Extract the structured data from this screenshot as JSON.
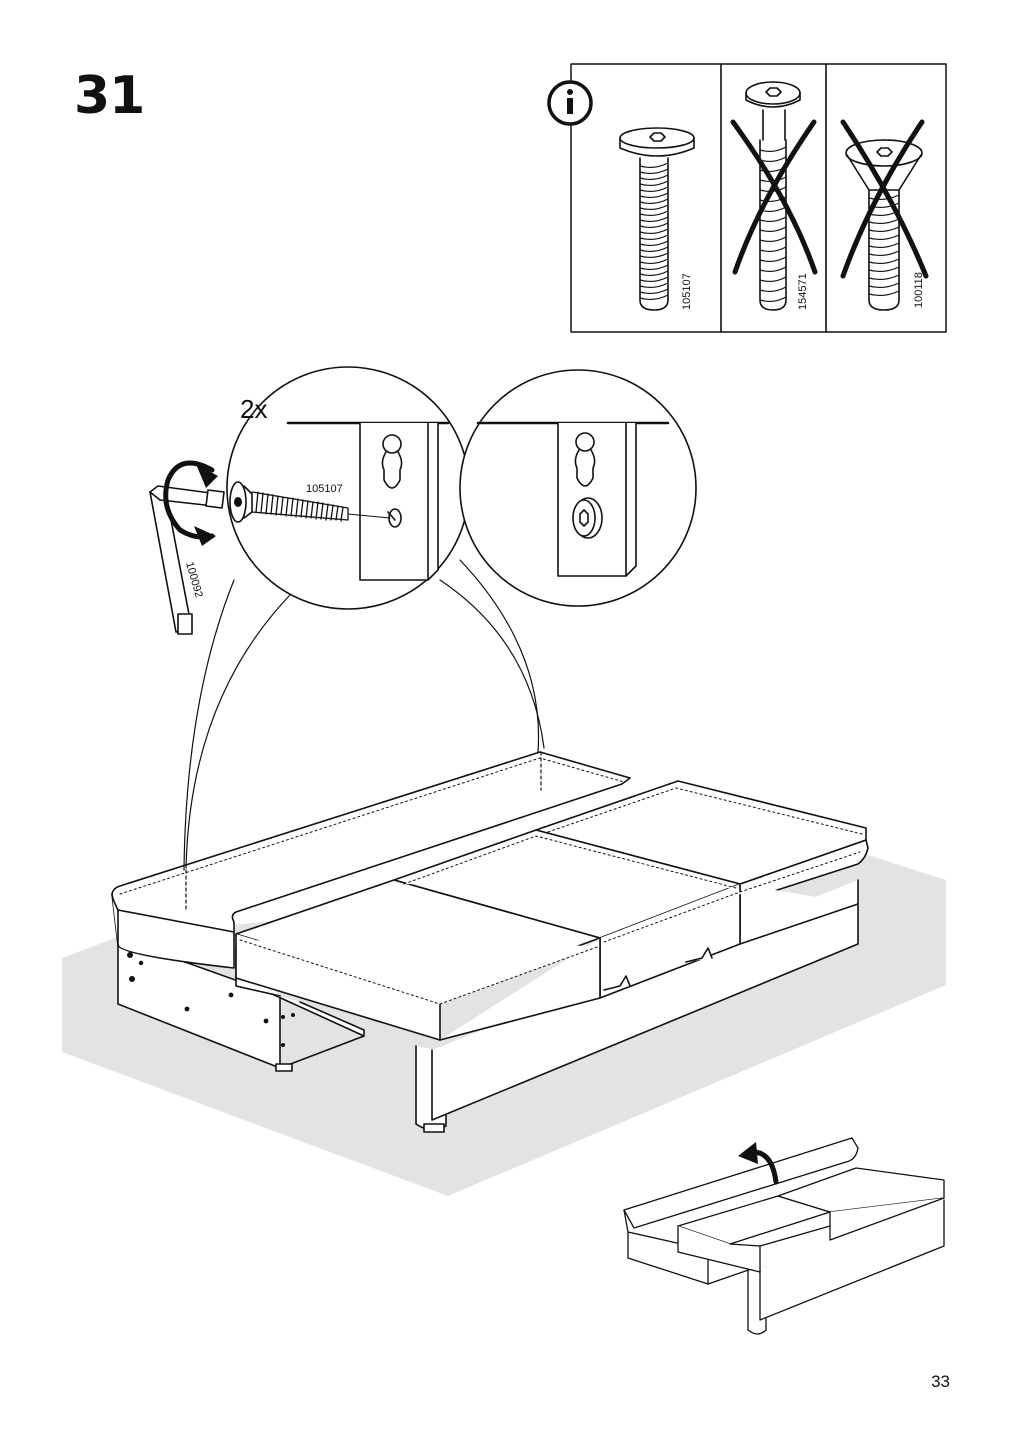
{
  "step": {
    "number": "31"
  },
  "info_panel": {
    "screws": [
      {
        "code": "105107",
        "status": "correct"
      },
      {
        "code": "154571",
        "status": "wrong"
      },
      {
        "code": "100118",
        "status": "wrong"
      }
    ]
  },
  "detail": {
    "quantity": "2x",
    "screw_code": "105107",
    "allen_key_code": "100092"
  },
  "page": {
    "number": "33"
  }
}
